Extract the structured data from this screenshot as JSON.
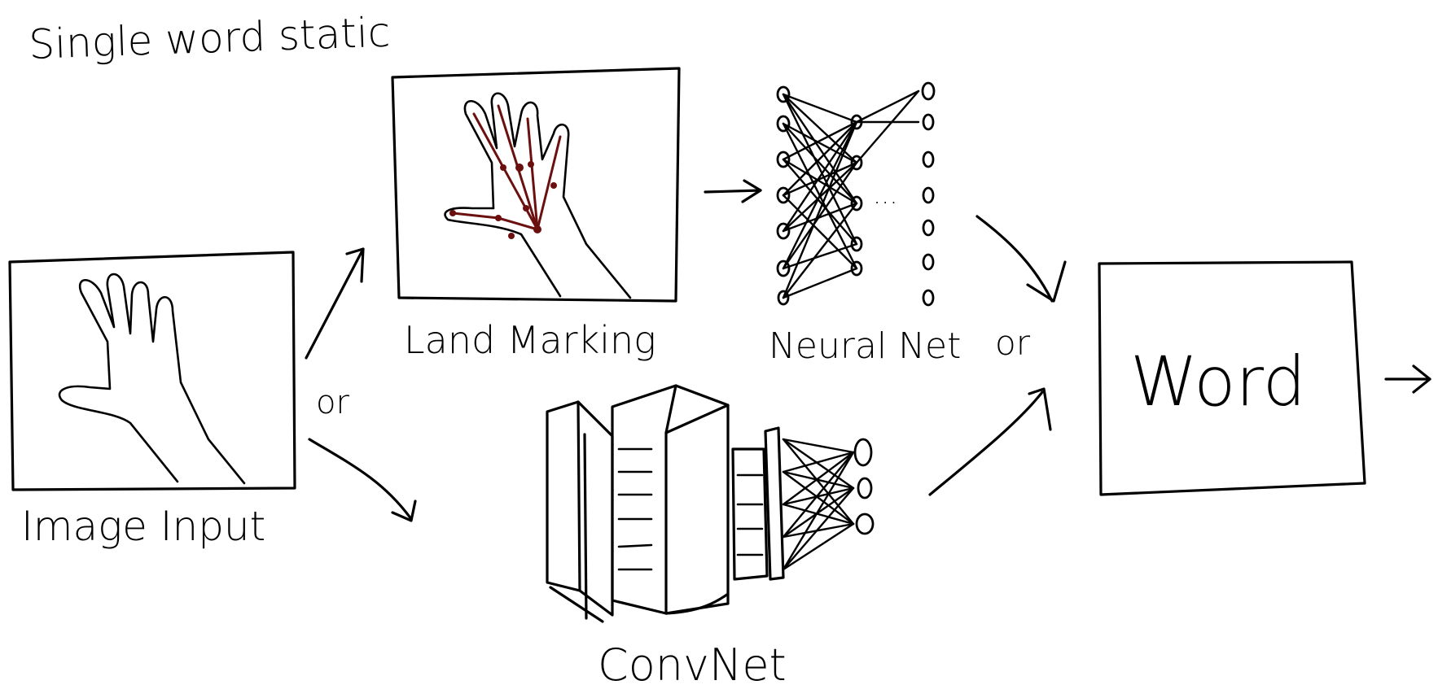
{
  "title": "Single word static",
  "nodes": {
    "image_input": {
      "label": "Image Input"
    },
    "land_marking": {
      "label": "Land Marking"
    },
    "neural_net": {
      "label": "Neural Net",
      "ellipsis": "..."
    },
    "convnet": {
      "label": "ConvNet"
    },
    "word": {
      "label": "Word"
    }
  },
  "connectors": {
    "or_left": "or",
    "or_right": "or"
  }
}
